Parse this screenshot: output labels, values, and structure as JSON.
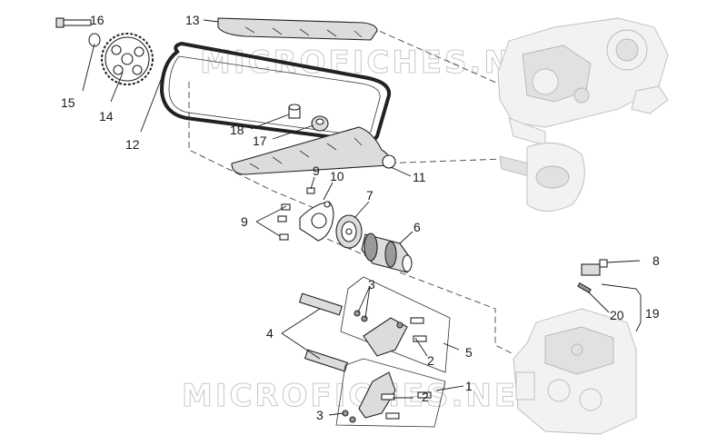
{
  "watermark": "MICROFICHES.NET",
  "callouts": {
    "c1": "1",
    "c2a": "2",
    "c2b": "2",
    "c3a": "3",
    "c3b": "3",
    "c4": "4",
    "c5": "5",
    "c6": "6",
    "c7": "7",
    "c8": "8",
    "c9a": "9",
    "c9b": "9",
    "c10": "10",
    "c11": "11",
    "c12": "12",
    "c13": "13",
    "c14": "14",
    "c15": "15",
    "c16": "16",
    "c17": "17",
    "c18": "18",
    "c19": "19",
    "c20": "20"
  }
}
